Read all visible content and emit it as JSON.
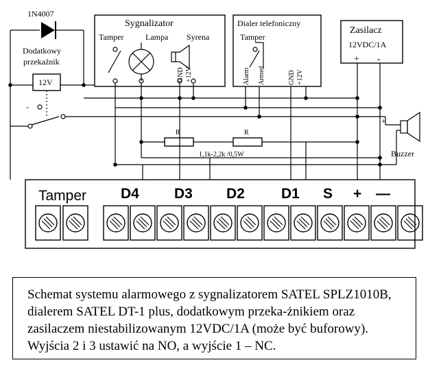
{
  "labels": {
    "diode": "1N4007",
    "relay_title_1": "Dodatkowy",
    "relay_title_2": "przekaźnik",
    "relay_coil": "12V",
    "signalizer_title": "Sygnalizator",
    "sig_tamper": "Tamper",
    "sig_lamp": "Lampa",
    "sig_siren": "Syrena",
    "sig_gnd": "GND",
    "sig_12v": "+12V",
    "dialer_title": "Dialer telefoniczny",
    "dialer_tamper": "Tamper",
    "dialer_alarm": "Alarm",
    "dialer_armed": "Armed",
    "dialer_gnd": "GND",
    "dialer_12v": "+12V",
    "psu_title": "Zasilacz",
    "psu_rating": "12VDC/1A",
    "psu_plus": "+",
    "psu_minus": "-",
    "buzzer_plus": "+",
    "buzzer": "Buzzer",
    "resistor": "R",
    "resistor_value": "1,1k-2,2k /0,5W",
    "relay_minus": "-"
  },
  "terminals": {
    "tamper": "Tamper",
    "d4": "D4",
    "d3": "D3",
    "d2": "D2",
    "d1": "D1",
    "s": "S",
    "plus": "+",
    "minus": "—"
  },
  "caption": "Schemat systemu alarmowego z sygnalizatorem SATEL SPLZ1010B, dialerem SATEL DT-1 plus, dodatkowym przeka-żnikiem oraz zasilaczem niestabilizowanym 12VDC/1A (może być buforowy). Wyjścia 2 i 3 ustawić na NO, a wyjście 1 – NC."
}
